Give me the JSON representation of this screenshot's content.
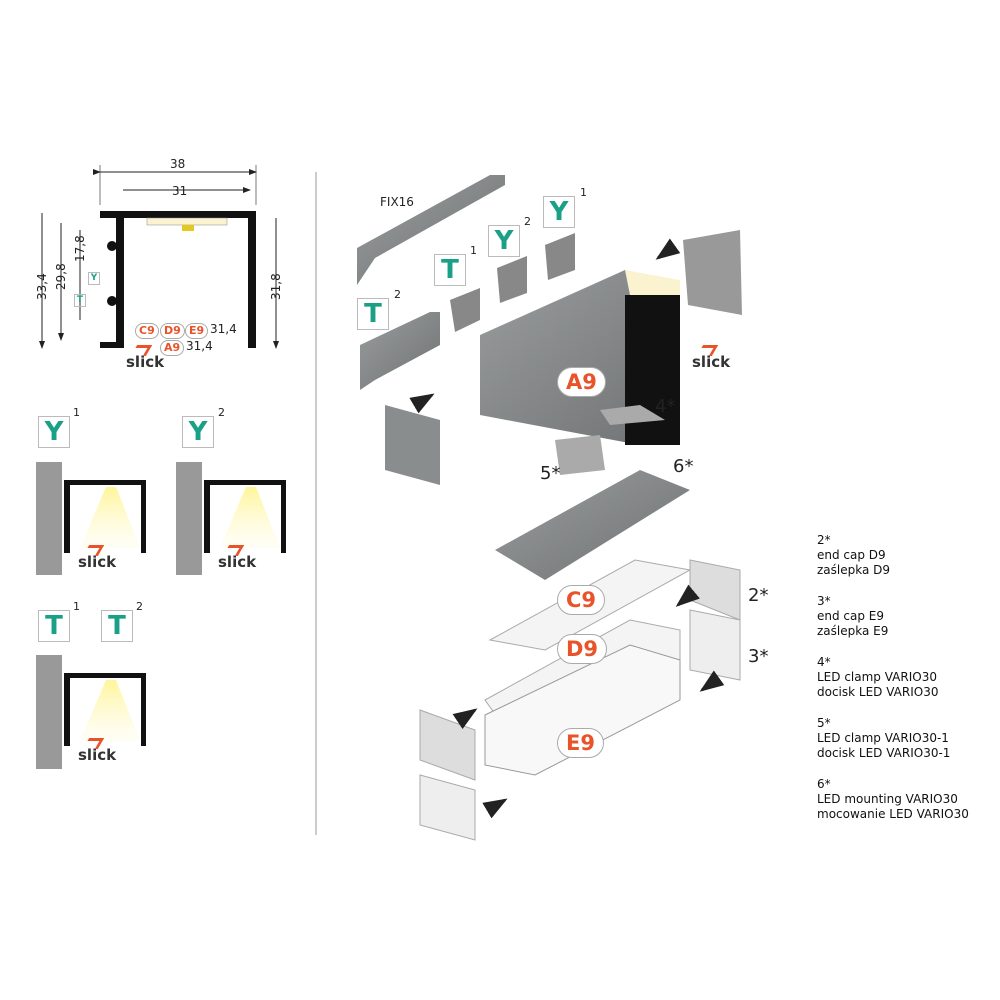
{
  "section": {
    "dims": {
      "w_outer": "38",
      "w_inner": "31",
      "h_left": "33,4",
      "h_inner": "29,8",
      "h_mount": "17,8",
      "h_right": "31,8",
      "w_diffuser_cde": "31,4",
      "w_diffuser_a": "31,4"
    },
    "mount_marks": [
      "T",
      "Y"
    ],
    "diffusers_top": [
      "C9",
      "D9",
      "E9"
    ],
    "diffuser_bottom": "A9"
  },
  "brand": "slick",
  "mounting": [
    {
      "letter": "Y",
      "sup": "1"
    },
    {
      "letter": "Y",
      "sup": "2"
    },
    {
      "letter": "T",
      "sup": "1"
    },
    {
      "letter": "T",
      "sup": "2"
    }
  ],
  "exploded": {
    "fix_label": "FIX16",
    "badges": [
      {
        "letter": "Y",
        "sup": "1"
      },
      {
        "letter": "Y",
        "sup": "2"
      },
      {
        "letter": "T",
        "sup": "1"
      },
      {
        "letter": "T",
        "sup": "2"
      }
    ],
    "diffusers": [
      "A9",
      "C9",
      "D9",
      "E9"
    ],
    "part_tags": [
      "4*",
      "5*",
      "6*",
      "2*",
      "3*"
    ]
  },
  "legend": [
    {
      "num": "2*",
      "en": "end cap D9",
      "pl": "zaślepka D9"
    },
    {
      "num": "3*",
      "en": "end cap E9",
      "pl": "zaślepka E9"
    },
    {
      "num": "4*",
      "en": "LED clamp VARIO30",
      "pl": "docisk LED VARIO30"
    },
    {
      "num": "5*",
      "en": "LED clamp VARIO30-1",
      "pl": "docisk LED VARIO30-1"
    },
    {
      "num": "6*",
      "en": "LED mounting VARIO30",
      "pl": "mocowanie LED VARIO30"
    }
  ],
  "colors": {
    "accent": "#e8532a",
    "mount": "#1aa087",
    "profile": "#111111",
    "wall": "#999999"
  }
}
